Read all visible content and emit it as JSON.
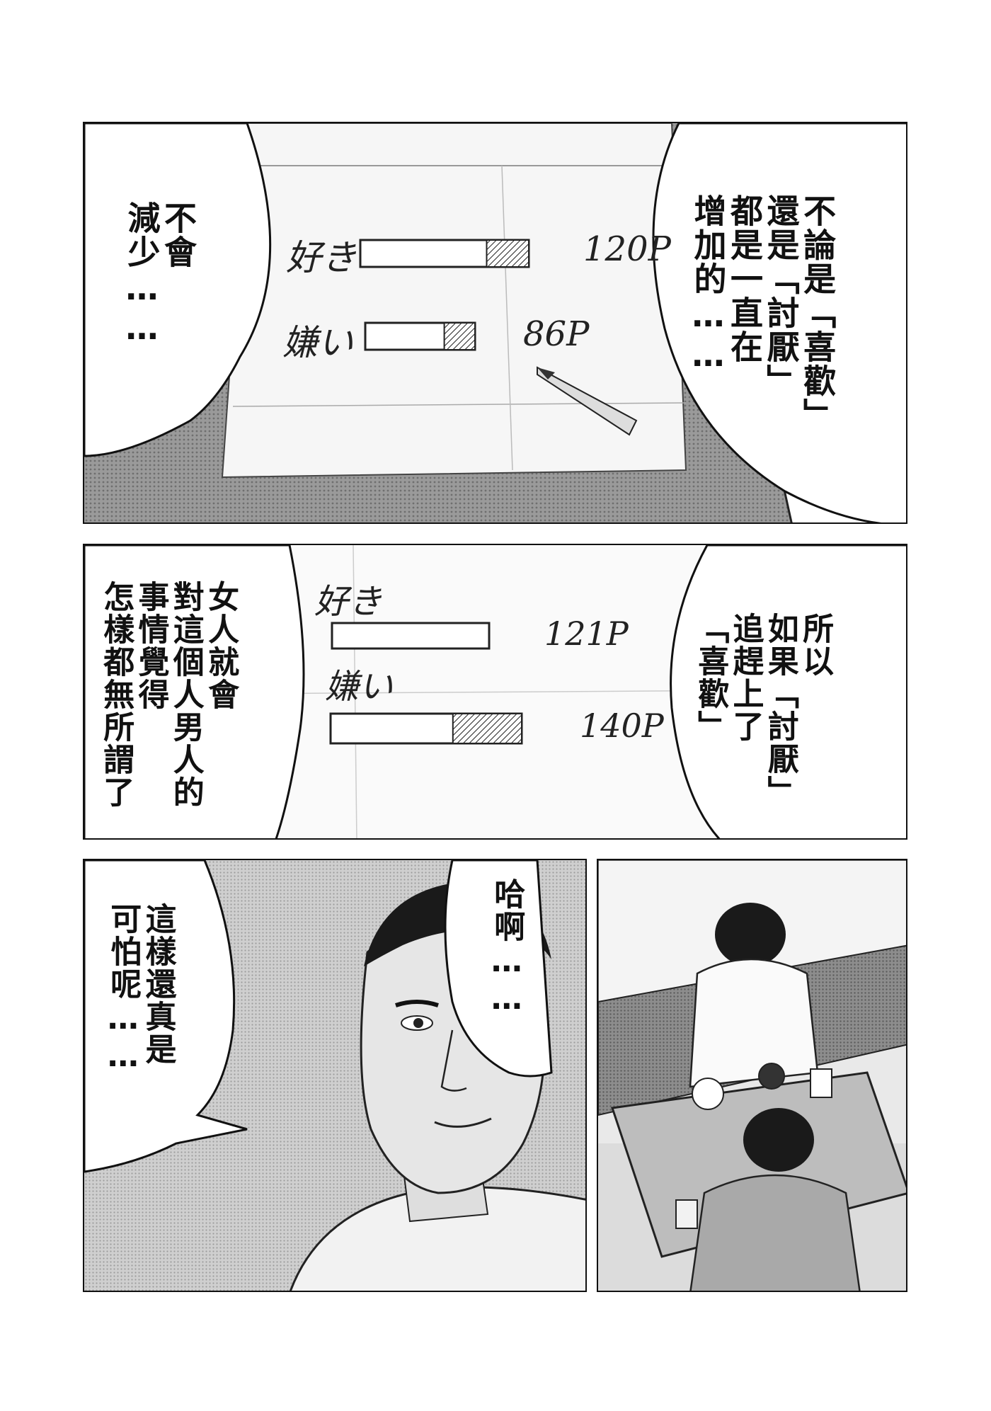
{
  "panels": {
    "p1": {
      "right_bubble": "不論是「喜歡」\n還是「討厭」\n都是一直在\n增加的……",
      "left_bubble": "不會\n減少……",
      "chart": {
        "like_label": "好き",
        "dislike_label": "嫌い",
        "like_value_label": "120P",
        "dislike_value_label": "86P",
        "like_value": 120,
        "dislike_value": 86,
        "scale_max": 150
      }
    },
    "p2": {
      "right_bubble": "所以\n如果「討厭」\n追趕上了\n「喜歡」",
      "left_bubble": "女人就會\n對這個人男人的\n事情覺得\n怎樣都無所謂了",
      "chart": {
        "like_label": "好き",
        "dislike_label": "嫌い",
        "like_value_label": "121P",
        "dislike_value_label": "140P",
        "like_value": 121,
        "dislike_value": 140,
        "scale_max": 150
      }
    },
    "p3": {
      "right_bubble": "哈啊……",
      "left_bubble": "這樣還真是\n可怕呢……"
    }
  },
  "colors": {
    "ink": "#111111",
    "screentone": "#8a8a8a",
    "paper": "#f4f4f4"
  }
}
